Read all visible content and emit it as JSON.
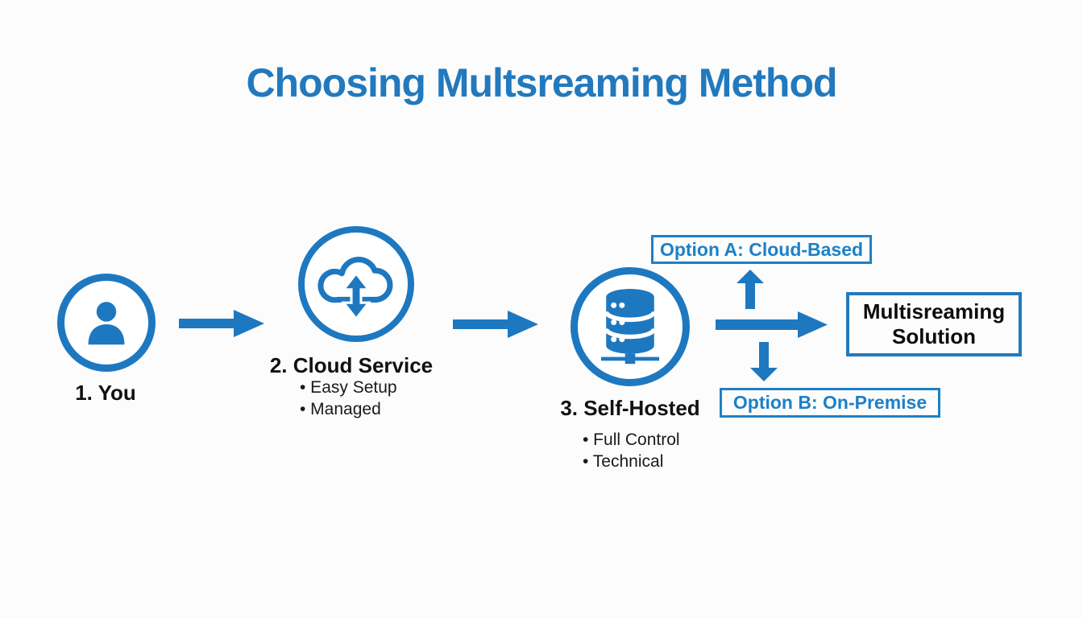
{
  "title": "Choosing Multsreaming Method",
  "colors": {
    "primary_blue": "#1e78c0",
    "title_blue": "#2279bd",
    "option_blue": "#1e80c6",
    "text_black": "#111111",
    "background": "#fcfcfc"
  },
  "nodes": {
    "you": {
      "label": "1. You",
      "icon": "person-icon"
    },
    "cloud_service": {
      "label": "2. Cloud Service",
      "icon": "cloud-sync-icon",
      "bullets": [
        "• Easy Setup",
        "• Managed"
      ]
    },
    "self_hosted": {
      "label": "3. Self-Hosted",
      "icon": "database-server-icon",
      "bullets": [
        "• Full Control",
        "• Technical"
      ]
    }
  },
  "options": {
    "option_a": {
      "label": "Option A: Cloud-Based"
    },
    "option_b": {
      "label": "Option B: On-Premise"
    }
  },
  "result": {
    "line1": "Multisreaming",
    "line2": "Solution"
  }
}
